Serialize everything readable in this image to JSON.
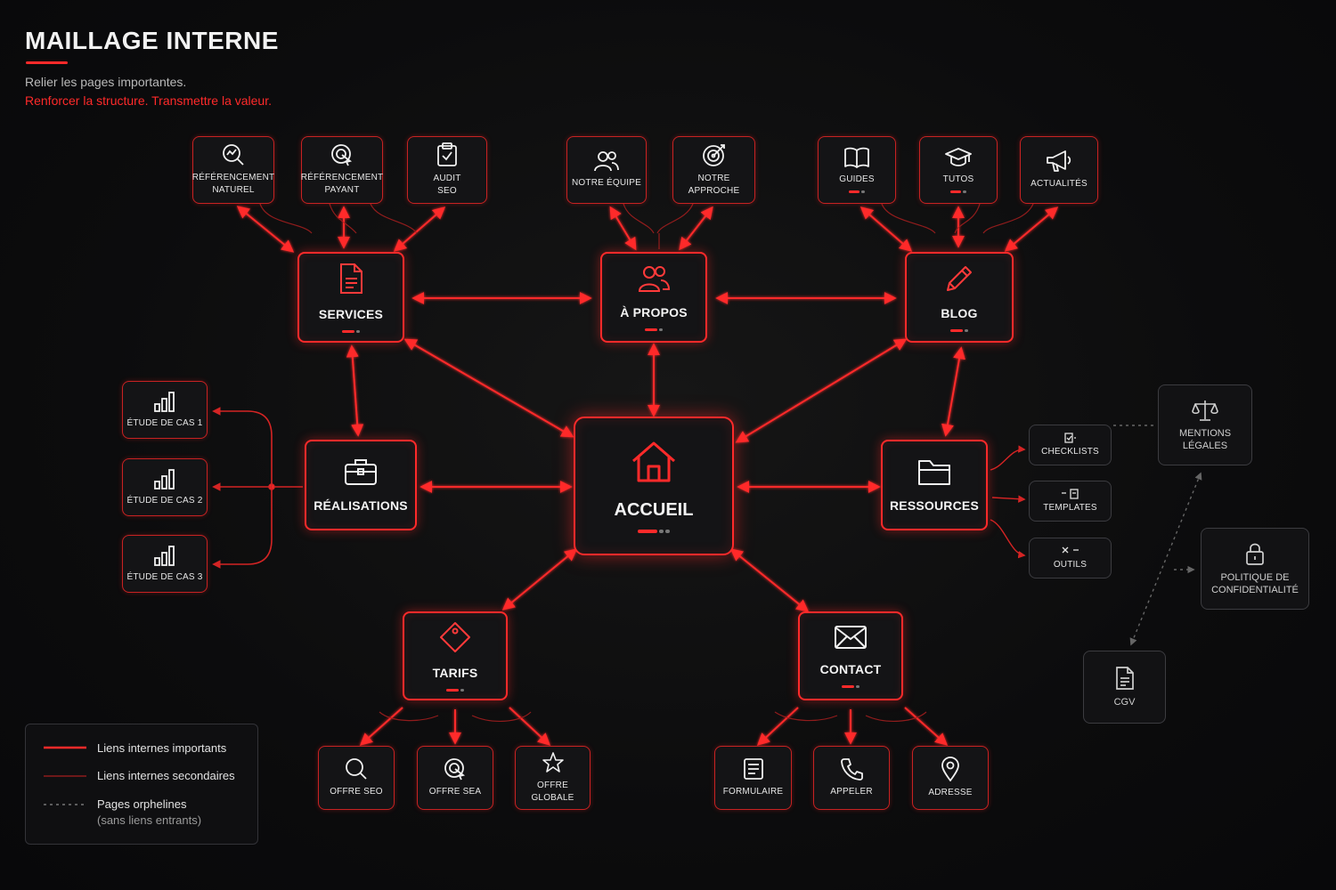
{
  "header": {
    "title": "MAILLAGE INTERNE",
    "subtitle": "Relier les pages importantes.",
    "tagline": "Renforcer la structure. Transmettre la valeur."
  },
  "colors": {
    "accent": "#ff2a2a",
    "secondary": "#a81f1f",
    "orphan": "#6a6a6a",
    "background": "#0c0c0d"
  },
  "hub": {
    "label": "ACCUEIL",
    "icon": "home-icon"
  },
  "main_pages": {
    "services": {
      "label": "SERVICES",
      "icon": "document-icon"
    },
    "apropos": {
      "label": "À PROPOS",
      "icon": "users-icon"
    },
    "blog": {
      "label": "BLOG",
      "icon": "pencil-icon"
    },
    "realisations": {
      "label": "RÉALISATIONS",
      "icon": "briefcase-icon"
    },
    "ressources": {
      "label": "RESSOURCES",
      "icon": "folder-icon"
    },
    "tarifs": {
      "label": "TARIFS",
      "icon": "tag-icon"
    },
    "contact": {
      "label": "CONTACT",
      "icon": "envelope-icon"
    }
  },
  "sub_pages": {
    "ref_naturel": {
      "label": "RÉFÉRENCEMENT\nNATUREL",
      "icon": "search-chart-icon"
    },
    "ref_payant": {
      "label": "RÉFÉRENCEMENT\nPAYANT",
      "icon": "target-cursor-icon"
    },
    "audit_seo": {
      "label": "AUDIT\nSEO",
      "icon": "clipboard-check-icon"
    },
    "notre_equipe": {
      "label": "NOTRE ÉQUIPE",
      "icon": "team-icon"
    },
    "notre_approche": {
      "label": "NOTRE APPROCHE",
      "icon": "target-icon"
    },
    "guides": {
      "label": "GUIDES",
      "icon": "book-icon"
    },
    "tutos": {
      "label": "TUTOS",
      "icon": "graduation-cap-icon"
    },
    "actualites": {
      "label": "ACTUALITÉS",
      "icon": "megaphone-icon"
    },
    "cas1": {
      "label": "ÉTUDE DE CAS 1",
      "icon": "bar-chart-icon"
    },
    "cas2": {
      "label": "ÉTUDE DE CAS 2",
      "icon": "bar-chart-icon"
    },
    "cas3": {
      "label": "ÉTUDE DE CAS 3",
      "icon": "bar-chart-icon"
    },
    "checklists": {
      "label": "CHECKLISTS",
      "icon": "checklist-icon"
    },
    "templates": {
      "label": "TEMPLATES",
      "icon": "template-icon"
    },
    "outils": {
      "label": "OUTILS",
      "icon": "tools-icon"
    },
    "offre_seo": {
      "label": "OFFRE SEO",
      "icon": "search-icon"
    },
    "offre_sea": {
      "label": "OFFRE SEA",
      "icon": "target-cursor-icon"
    },
    "offre_globale": {
      "label": "OFFRE\nGLOBALE",
      "icon": "star-icon"
    },
    "formulaire": {
      "label": "FORMULAIRE",
      "icon": "form-icon"
    },
    "appeler": {
      "label": "APPELER",
      "icon": "phone-icon"
    },
    "adresse": {
      "label": "ADRESSE",
      "icon": "location-pin-icon"
    }
  },
  "orphan_pages": {
    "mentions": {
      "label": "MENTIONS\nLÉGALES",
      "icon": "scales-icon"
    },
    "politique": {
      "label": "POLITIQUE DE\nCONFIDENTIALITÉ",
      "icon": "lock-icon"
    },
    "cgv": {
      "label": "CGV",
      "icon": "document-icon"
    }
  },
  "legend": {
    "important": "Liens internes importants",
    "secondary": "Liens internes secondaires",
    "orphan": "Pages orphelines",
    "orphan_note": "(sans liens entrants)"
  }
}
